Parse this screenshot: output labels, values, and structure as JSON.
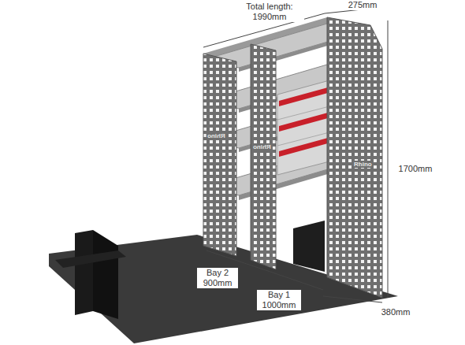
{
  "diagram": {
    "labels": [
      "Total length: 1990mm",
      "275mm",
      "1700mm",
      "Bay 2 900mm",
      "Bay 1 1000mm",
      "380mm",
      "Rhino",
      "Rhino",
      "Rhino"
    ]
  }
}
